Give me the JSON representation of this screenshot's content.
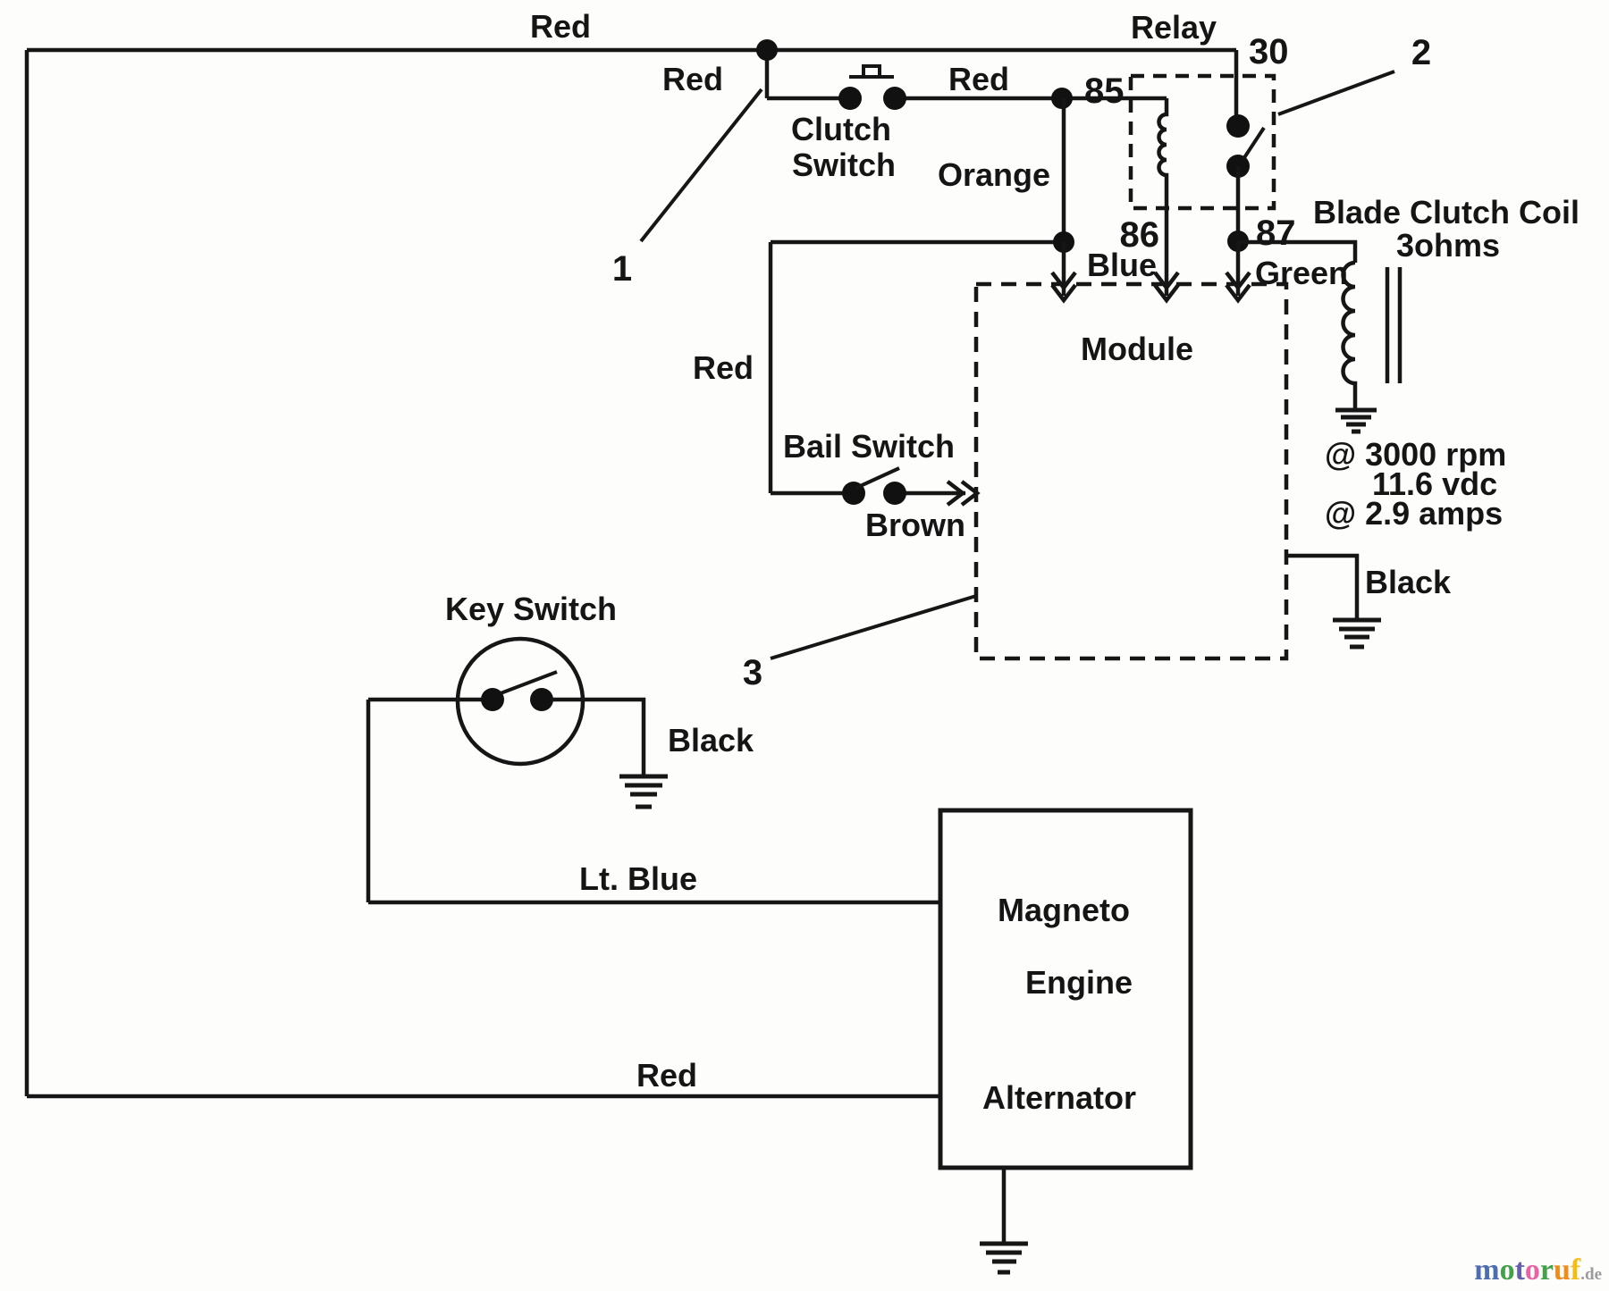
{
  "diagram": {
    "labels": {
      "red_top": "Red",
      "red_drop": "Red",
      "red_clutch_out": "Red",
      "orange": "Orange",
      "red_bail_feed": "Red",
      "brown": "Brown",
      "blue": "Blue",
      "green": "Green",
      "lt_blue": "Lt. Blue",
      "red_bottom": "Red",
      "black_key": "Black",
      "black_module": "Black"
    },
    "components": {
      "relay": "Relay",
      "clutch_switch_line1": "Clutch",
      "clutch_switch_line2": "Switch",
      "bail_switch": "Bail Switch",
      "key_switch": "Key Switch",
      "module": "Module",
      "blade_clutch_coil": "Blade Clutch Coil",
      "blade_clutch_ohms": "3ohms",
      "magneto": "Magneto",
      "engine": "Engine",
      "alternator": "Alternator"
    },
    "terminals": {
      "t30": "30",
      "t85": "85",
      "t86": "86",
      "t87": "87"
    },
    "callouts": {
      "c1": "1",
      "c2": "2",
      "c3": "3"
    },
    "specs": {
      "rpm": "@ 3000 rpm",
      "vdc": "11.6 vdc",
      "amps": "@ 2.9 amps"
    }
  },
  "watermark": {
    "letters": [
      {
        "ch": "m",
        "color": "#4e6db0"
      },
      {
        "ch": "o",
        "color": "#44a04a"
      },
      {
        "ch": "t",
        "color": "#6361ad"
      },
      {
        "ch": "o",
        "color": "#e864a5"
      },
      {
        "ch": "r",
        "color": "#44a04a"
      },
      {
        "ch": "u",
        "color": "#ee8d1e"
      },
      {
        "ch": "f",
        "color": "#f3bc19"
      }
    ],
    "suffix": ".de",
    "suffix_color": "#9b9b9b"
  }
}
